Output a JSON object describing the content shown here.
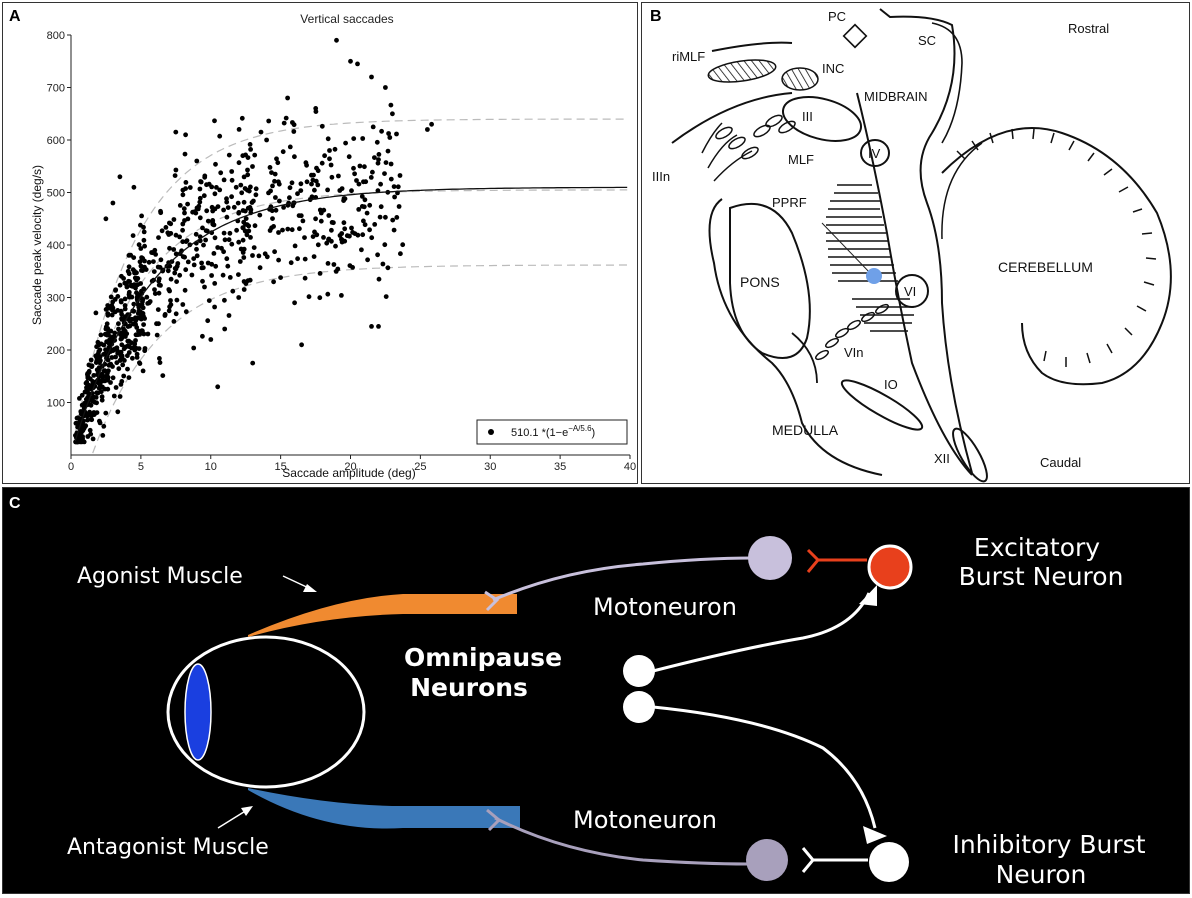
{
  "panel_a": {
    "label": "A",
    "chart_data": {
      "type": "scatter",
      "title": "Vertical saccades",
      "xlabel": "Saccade amplitude (deg)",
      "ylabel": "Saccade peak velocity (deg/s)",
      "xlim": [
        0,
        40
      ],
      "ylim": [
        0,
        800
      ],
      "x_ticks": [
        "0",
        "5",
        "10",
        "15",
        "20",
        "25",
        "30",
        "35",
        "40"
      ],
      "y_ticks": [
        "100",
        "200",
        "300",
        "400",
        "500",
        "600",
        "700",
        "800"
      ],
      "legend_text": "510.1 *(1−e",
      "legend_exp": "−A/5.6",
      "legend_close": ")",
      "legend_position": "bottom-right",
      "fit": {
        "vmax": 510.1,
        "c": 5.6
      },
      "bounds": [
        {
          "vmax": 640,
          "c": 4.5
        },
        {
          "vmax": 505,
          "c": 4.8
        },
        {
          "vmax": 362,
          "c": 5.0
        }
      ],
      "cloud_seed": 42,
      "cloud_count": 900,
      "points": [
        [
          0.6,
          60
        ],
        [
          0.8,
          95
        ],
        [
          1.0,
          120
        ],
        [
          1.2,
          150
        ],
        [
          1.5,
          170
        ],
        [
          2.0,
          210
        ],
        [
          2.5,
          240
        ],
        [
          3.0,
          280
        ],
        [
          4.0,
          320
        ],
        [
          5.0,
          360
        ],
        [
          6.0,
          390
        ],
        [
          7.0,
          420
        ],
        [
          8.0,
          440
        ],
        [
          3.5,
          530
        ],
        [
          4.5,
          510
        ],
        [
          7.5,
          615
        ],
        [
          8.2,
          610
        ],
        [
          10.5,
          130
        ],
        [
          13.0,
          175
        ],
        [
          15.5,
          680
        ],
        [
          16.5,
          210
        ],
        [
          19.0,
          790
        ],
        [
          20.0,
          750
        ],
        [
          20.5,
          745
        ],
        [
          21.5,
          720
        ],
        [
          22.5,
          700
        ],
        [
          23.0,
          650
        ],
        [
          25.5,
          620
        ],
        [
          25.8,
          630
        ],
        [
          21.5,
          245
        ],
        [
          22.0,
          245
        ],
        [
          9.0,
          560
        ],
        [
          11.5,
          540
        ],
        [
          14.0,
          600
        ],
        [
          17.5,
          450
        ],
        [
          18.5,
          580
        ],
        [
          12.0,
          300
        ],
        [
          14.5,
          330
        ],
        [
          16.0,
          290
        ],
        [
          10.0,
          220
        ],
        [
          11.0,
          240
        ],
        [
          2.5,
          450
        ],
        [
          3.0,
          480
        ]
      ]
    }
  },
  "panel_b": {
    "label": "B",
    "labels": {
      "pc": "PC",
      "sc": "SC",
      "rostral": "Rostral",
      "rimlf": "riMLF",
      "inc": "INC",
      "midbrain": "MIDBRAIN",
      "iii": "III",
      "iv": "IV",
      "mlf": "MLF",
      "iiin": "IIIn",
      "pprf": "PPRF",
      "pons": "PONS",
      "vi": "VI",
      "cerebellum": "CEREBELLUM",
      "vin": "VIn",
      "io": "IO",
      "medulla": "MEDULLA",
      "xii": "XII",
      "caudal": "Caudal"
    },
    "colors": {
      "pprf_dot": "#6fa0e8"
    }
  },
  "panel_c": {
    "label": "C",
    "labels": {
      "excitatory_line1": "Excitatory",
      "excitatory_line2": "Burst Neuron",
      "agonist": "Agonist Muscle",
      "motoneuron_top": "Motoneuron",
      "omnipause_line1": "Omnipause",
      "omnipause_line2": "Neurons",
      "motoneuron_bottom": "Motoneuron",
      "antagonist": "Antagonist Muscle",
      "inhibitory_line1": "Inhibitory Burst",
      "inhibitory_line2": "Neuron"
    },
    "colors": {
      "agonist_muscle": "#f08a30",
      "antagonist_muscle": "#3a78b8",
      "lens": "#1a3fe0",
      "excitatory_neuron": "#e8401c",
      "motoneuron_top": "#c8c0dc",
      "motoneuron_bottom": "#a8a0bc",
      "excitatory_synapse": "#e8401c"
    }
  }
}
